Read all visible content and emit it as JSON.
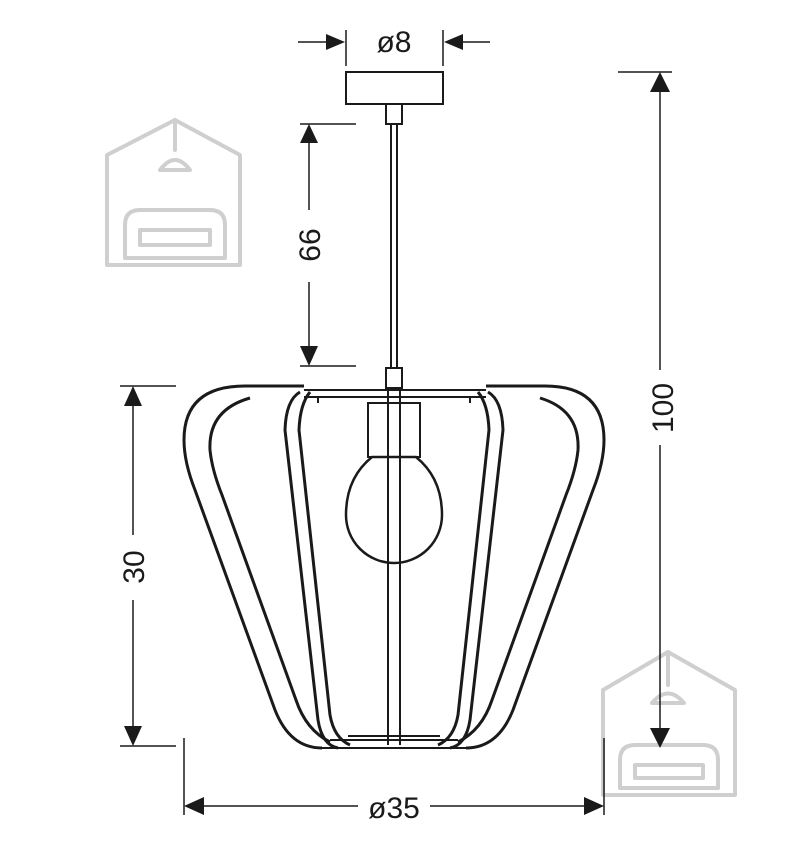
{
  "dimensions": {
    "canopy_diameter": "ø8",
    "rod_length": "66",
    "total_height": "100",
    "shade_height": "30",
    "shade_diameter": "ø35"
  },
  "colors": {
    "line": "#1a1a1a",
    "watermark": "#cfcfcf",
    "background": "#ffffff"
  },
  "icons": [
    "house-lamp-sofa-watermark-icon"
  ]
}
